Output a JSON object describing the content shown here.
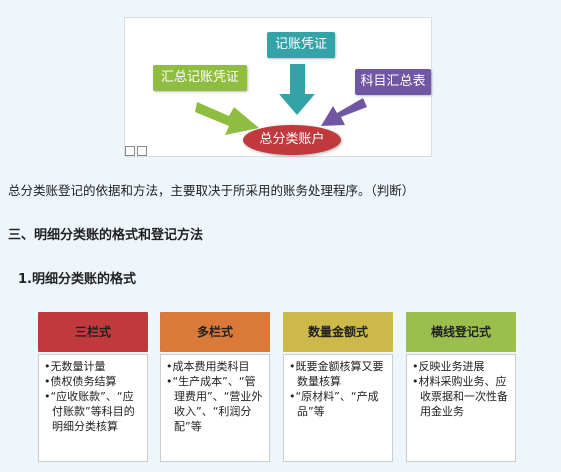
{
  "diagram": {
    "boxes": {
      "left": "汇总记账凭证",
      "top": "记账凭证",
      "right": "科目汇总表",
      "center": "总分类账户"
    },
    "colors": {
      "green": "#8fbd3f",
      "teal": "#33a3a8",
      "purple": "#7156a4",
      "red": "#c0393d"
    }
  },
  "statement": "总分类账登记的依据和方法，主要取决于所采用的账务处理程序。（判断）",
  "section_heading": "三、明细分类账的格式和登记方法",
  "sub_heading": "1.明细分类账的格式",
  "columns": [
    {
      "title": "三栏式",
      "color": "#c0393d",
      "items": [
        "•无数量计量",
        "•债权债务结算",
        "•“应收账款”、“应付账款”等科目的明细分类核算"
      ]
    },
    {
      "title": "多栏式",
      "color": "#d97a3a",
      "items": [
        "•成本费用类科目",
        "•“生产成本”、“管理费用”、“营业外收入”、“利润分配”等"
      ]
    },
    {
      "title": "数量金额式",
      "color": "#cdb84a",
      "items": [
        "•既要金额核算又要数量核算",
        "•“原材料”、“产成品”等"
      ]
    },
    {
      "title": "横线登记式",
      "color": "#9bbf4c",
      "items": [
        "•反映业务进展",
        "•材料采购业务、应收票据和一次性备用金业务"
      ]
    }
  ]
}
